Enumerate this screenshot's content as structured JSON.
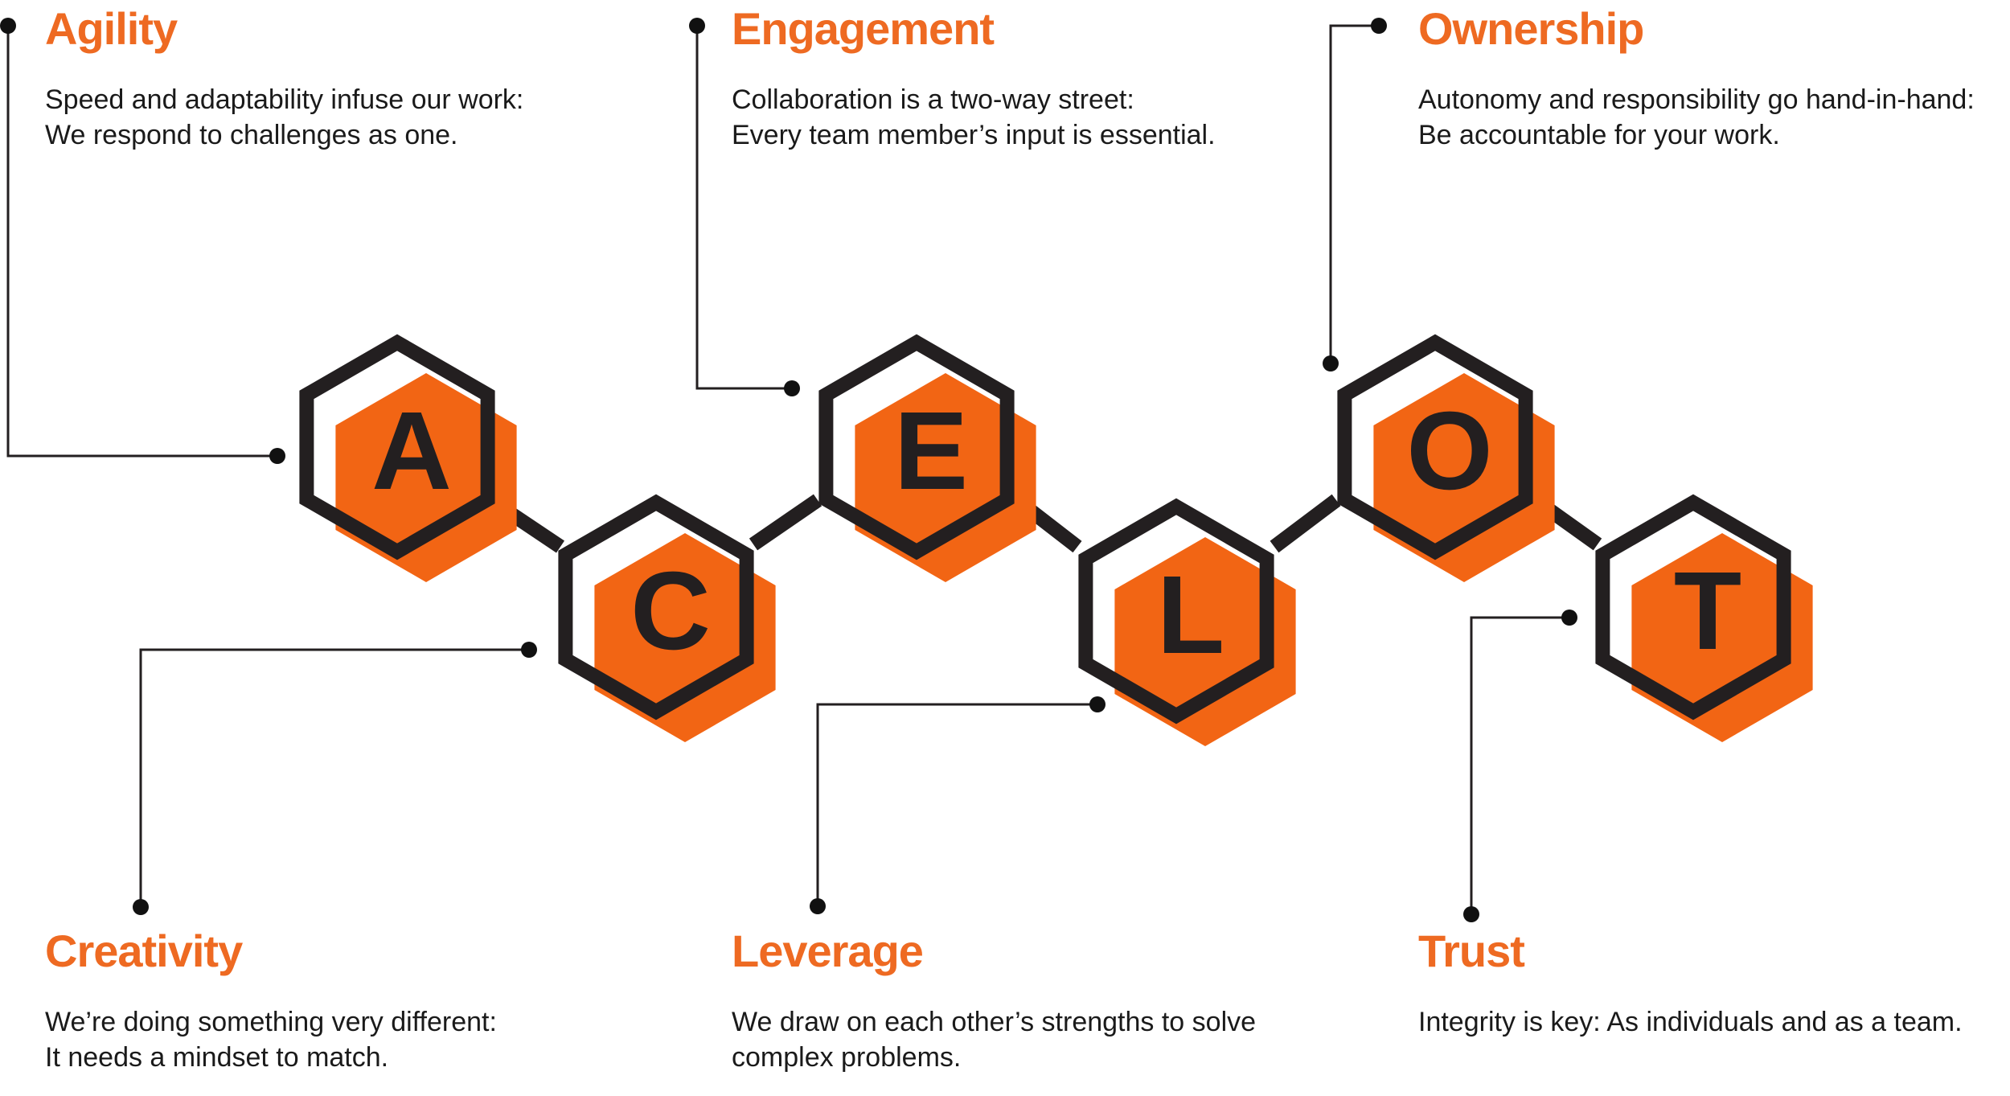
{
  "colors": {
    "accent": "#ee6a22",
    "hex_fill": "#f26514",
    "outline": "#231f20",
    "text": "#1a1a1a"
  },
  "letters": [
    "A",
    "C",
    "E",
    "L",
    "O",
    "T"
  ],
  "values": {
    "agility": {
      "title": "Agility",
      "line1": "Speed and adaptability infuse our work:",
      "line2": "We respond to challenges as one."
    },
    "engagement": {
      "title": "Engagement",
      "line1": "Collaboration is a two-way street:",
      "line2": "Every team member’s input is essential."
    },
    "ownership": {
      "title": "Ownership",
      "line1": "Autonomy and responsibility go hand-in-hand:",
      "line2": "Be accountable for your work."
    },
    "creativity": {
      "title": "Creativity",
      "line1": "We’re doing something very different:",
      "line2": "It needs a mindset to match."
    },
    "leverage": {
      "title": "Leverage",
      "line1": "We draw on each other’s strengths to solve",
      "line2": "complex problems."
    },
    "trust": {
      "title": "Trust",
      "line1": "Integrity is key: As individuals and as a team.",
      "line2": ""
    }
  }
}
